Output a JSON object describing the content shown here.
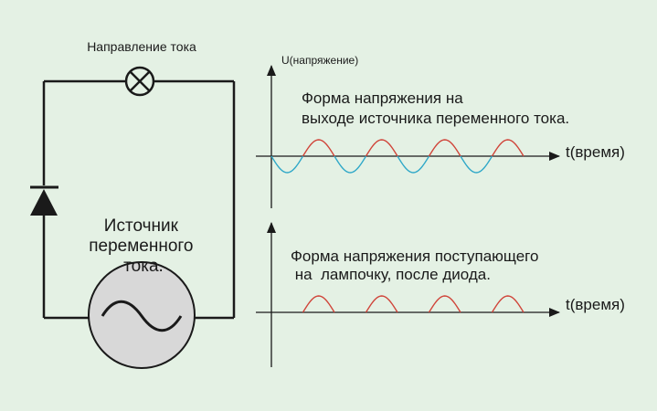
{
  "circuit": {
    "current_direction_label": "Направление тока",
    "source_label_lines": [
      "Источник",
      "переменного",
      "тока."
    ]
  },
  "graph_top": {
    "y_axis_label": "U(напряжение)",
    "caption_lines": [
      "Форма напряжения  на",
      "выходе источника переменного тока."
    ],
    "x_axis_label": "t(время)",
    "positive_color": "#d0453a",
    "negative_color": "#2fa8c8"
  },
  "graph_bottom": {
    "caption_lines": [
      "Форма напряжения поступающего",
      " на  лампочку, после диода."
    ],
    "x_axis_label": "t(время)",
    "wave_color": "#d0453a"
  },
  "colors": {
    "background": "#e4f1e4",
    "ink": "#1a1a1a",
    "source_fill": "#d8d8d8"
  },
  "icons": {
    "lamp": "lamp-icon",
    "diode": "diode-icon",
    "ac_source": "ac-source-icon"
  }
}
